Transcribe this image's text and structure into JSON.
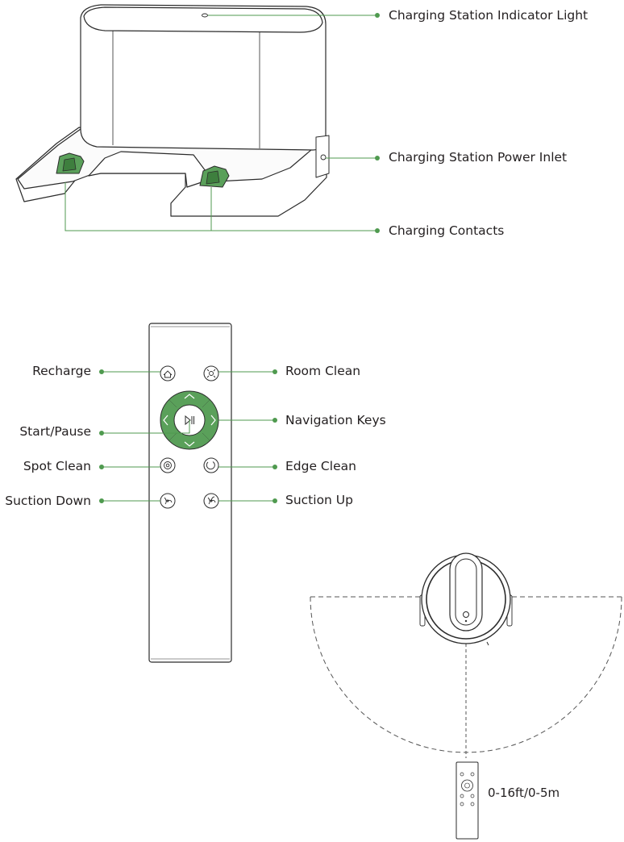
{
  "colors": {
    "accent_green": "#5aa05a",
    "leader_green": "#4f9a4f",
    "outline": "#2b2b2b",
    "text": "#231f20"
  },
  "station": {
    "labels": {
      "indicator": "Charging  Station Indicator  Light",
      "power_inlet": "Charging Station Power Inlet",
      "contacts": "Charging Contacts"
    }
  },
  "remote": {
    "labels": {
      "recharge": "Recharge",
      "start_pause": "Start/Pause",
      "spot_clean": "Spot Clean",
      "suction_down": "Suction Down",
      "room_clean": "Room Clean",
      "navigation": "Navigation Keys",
      "edge_clean": "Edge Clean",
      "suction_up": "Suction Up"
    },
    "icons": {
      "recharge": "home-icon",
      "room_clean": "room-clean-icon",
      "start_pause": "play-pause-icon",
      "spot_clean": "spot-clean-icon",
      "edge_clean": "edge-clean-icon",
      "suction_down": "suction-down-icon",
      "suction_up": "suction-up-icon",
      "navigation": "navigation-arrows-icon"
    }
  },
  "range": {
    "label": "0-16ft/0-5m"
  }
}
